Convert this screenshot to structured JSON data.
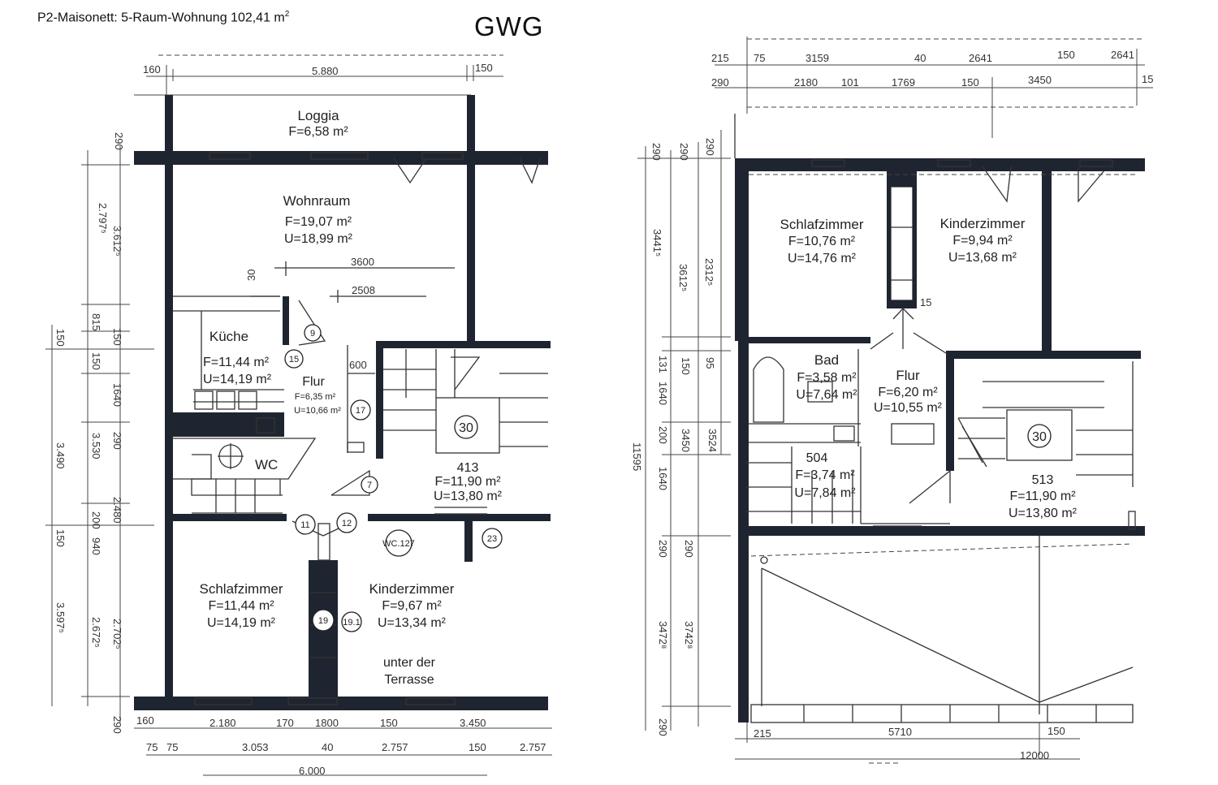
{
  "header": {
    "title_text": "P2-Maisonett: 5-Raum-Wohnung 102,41 m",
    "title_sup": "2",
    "brand": "GWG"
  },
  "left_plan": {
    "rooms": {
      "loggia": {
        "name": "Loggia",
        "f": "F=6,58 m²"
      },
      "wohnraum": {
        "name": "Wohnraum",
        "f": "F=19,07 m²",
        "u": "U=18,99 m²"
      },
      "kueche": {
        "name": "Küche",
        "f": "F=11,44 m²",
        "u": "U=14,19 m²"
      },
      "flur": {
        "name": "Flur",
        "f": "F=6,35 m²",
        "u": "U=10,66 m²"
      },
      "wc": {
        "name": "WC"
      },
      "stair": {
        "num": "413",
        "f": "F=11,90 m²",
        "u": "U=13,80 m²"
      },
      "schlafzimmer": {
        "name": "Schlafzimmer",
        "f": "F=11,44 m²",
        "u": "U=14,19 m²"
      },
      "kinderzimmer": {
        "name": "Kinderzimmer",
        "f": "F=9,67 m²",
        "u": "U=13,34 m²"
      },
      "terrasse": {
        "line1": "unter der",
        "line2": "Terrasse"
      }
    },
    "markers": [
      "9",
      "15",
      "17",
      "30",
      "7",
      "11",
      "12",
      "23",
      "19",
      "19.1"
    ],
    "wc_tag": "WC.127",
    "dims": {
      "top": [
        "160",
        "5.880",
        "150"
      ],
      "inner": [
        "3600",
        "2508",
        "600",
        "30"
      ],
      "bottom_row1": [
        "160",
        "2.180",
        "170",
        "1800",
        "150",
        "3.450"
      ],
      "bottom_row2": [
        "75",
        "75",
        "3.053",
        "40",
        "2.757",
        "150",
        "2.757"
      ],
      "bottom_row3": [
        "6.000"
      ],
      "left_outer": [
        "2.797⁵",
        "150",
        "3.490",
        "150",
        "3.597⁵"
      ],
      "left_inner": [
        "290",
        "3.612⁵",
        "815",
        "150",
        "150",
        "1640",
        "3.530",
        "290",
        "2.480",
        "200",
        "940",
        "2.672⁵",
        "2.702⁵",
        "290"
      ]
    }
  },
  "right_plan": {
    "rooms": {
      "schlafzimmer": {
        "name": "Schlafzimmer",
        "f": "F=10,76 m²",
        "u": "U=14,76 m²"
      },
      "kinderzimmer": {
        "name": "Kinderzimmer",
        "f": "F=9,94 m²",
        "u": "U=13,68 m²"
      },
      "bad": {
        "name": "Bad",
        "f": "F=3,58 m²",
        "u": "U=7,64 m²"
      },
      "flur": {
        "name": "Flur",
        "f": "F=6,20 m²",
        "u": "U=10,55 m²"
      },
      "room504": {
        "num": "504",
        "f": "F=3,74 m²",
        "u": "U=7,84 m²"
      },
      "stair": {
        "num": "513",
        "f": "F=11,90 m²",
        "u": "U=13,80 m²"
      }
    },
    "markers": [
      "30",
      "15"
    ],
    "dims": {
      "top_row1": [
        "215",
        "75",
        "3159",
        "40",
        "2641",
        "150",
        "2641"
      ],
      "top_row2": [
        "290",
        "2180",
        "101",
        "1769",
        "150",
        "3450",
        "15"
      ],
      "bottom_row1": [
        "215",
        "5710",
        "150"
      ],
      "bottom_row2": [
        "12000"
      ],
      "left": [
        "290",
        "290",
        "290",
        "3441⁵",
        "3612⁵",
        "2312⁵",
        "131",
        "150",
        "95",
        "1640",
        "200",
        "3450",
        "3524",
        "11595",
        "1640",
        "290",
        "290",
        "3472⁸",
        "3742⁸",
        "290"
      ]
    }
  }
}
